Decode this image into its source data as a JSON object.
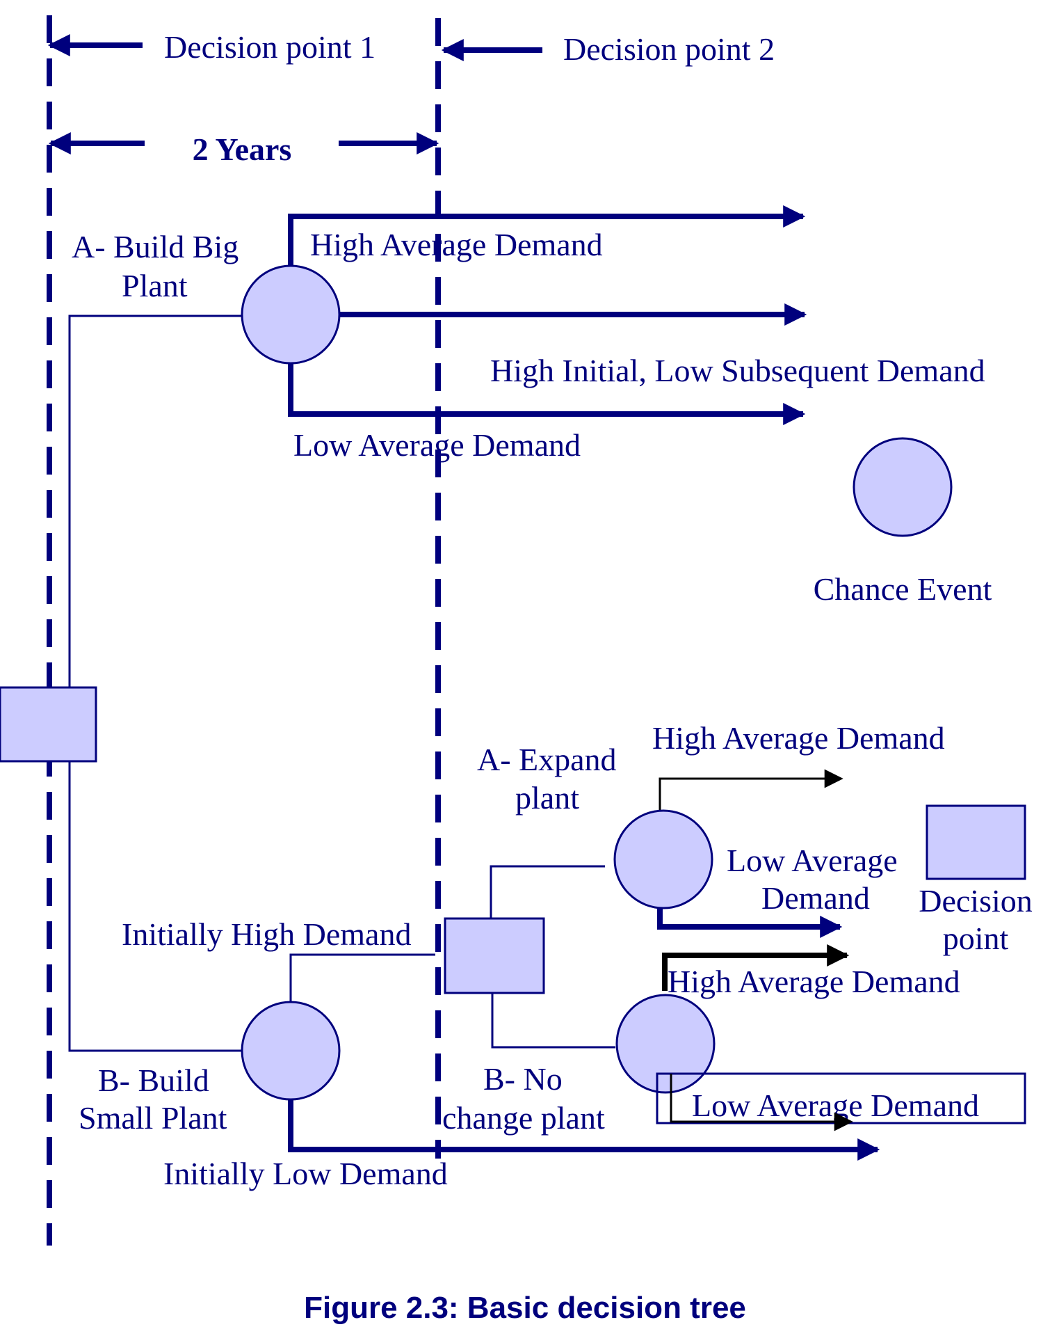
{
  "header": {
    "decision_point_1": "Decision point 1",
    "decision_point_2": "Decision point 2",
    "years": "2 Years"
  },
  "top_branch": {
    "option_line1": "A- Build Big",
    "option_line2": "Plant",
    "high_average": "High Average Demand",
    "high_initial_low_subsequent": "High Initial, Low Subsequent Demand",
    "low_average": "Low Average Demand"
  },
  "legend": {
    "chance_event": "Chance Event",
    "decision_point_line1": "Decision",
    "decision_point_line2": "point"
  },
  "bottom_branch": {
    "option_line1": "B- Build",
    "option_line2": "Small Plant",
    "initially_high": "Initially High Demand",
    "initially_low": "Initially Low Demand",
    "expand_line1": "A- Expand",
    "expand_line2": "plant",
    "expand_high": "High Average Demand",
    "expand_low_line1": "Low Average",
    "expand_low_line2": "Demand",
    "no_change_line1": "B- No",
    "no_change_line2": "change plant",
    "no_change_high": "High Average Demand",
    "no_change_low": "Low Average Demand"
  },
  "caption": "Figure 2.3: Basic decision tree",
  "colors": {
    "ink": "#00007d",
    "node_fill": "#ccccff"
  }
}
